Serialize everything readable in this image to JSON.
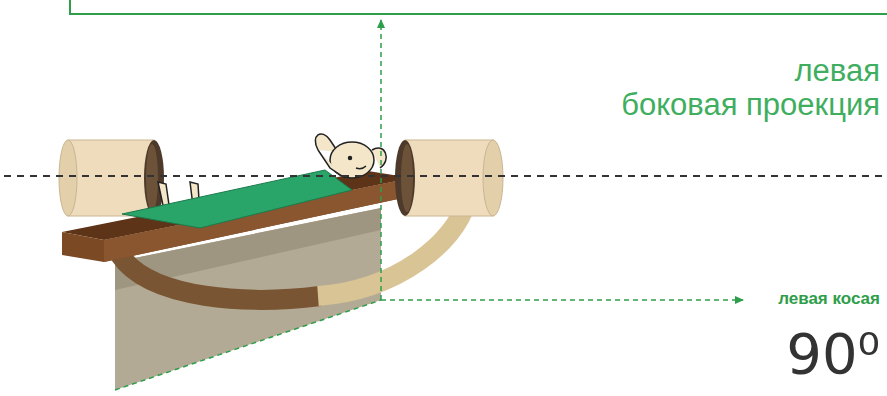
{
  "diagram": {
    "labels": [
      "левая боковая проекция",
      "левая косая",
      "90⁰"
    ]
  }
}
